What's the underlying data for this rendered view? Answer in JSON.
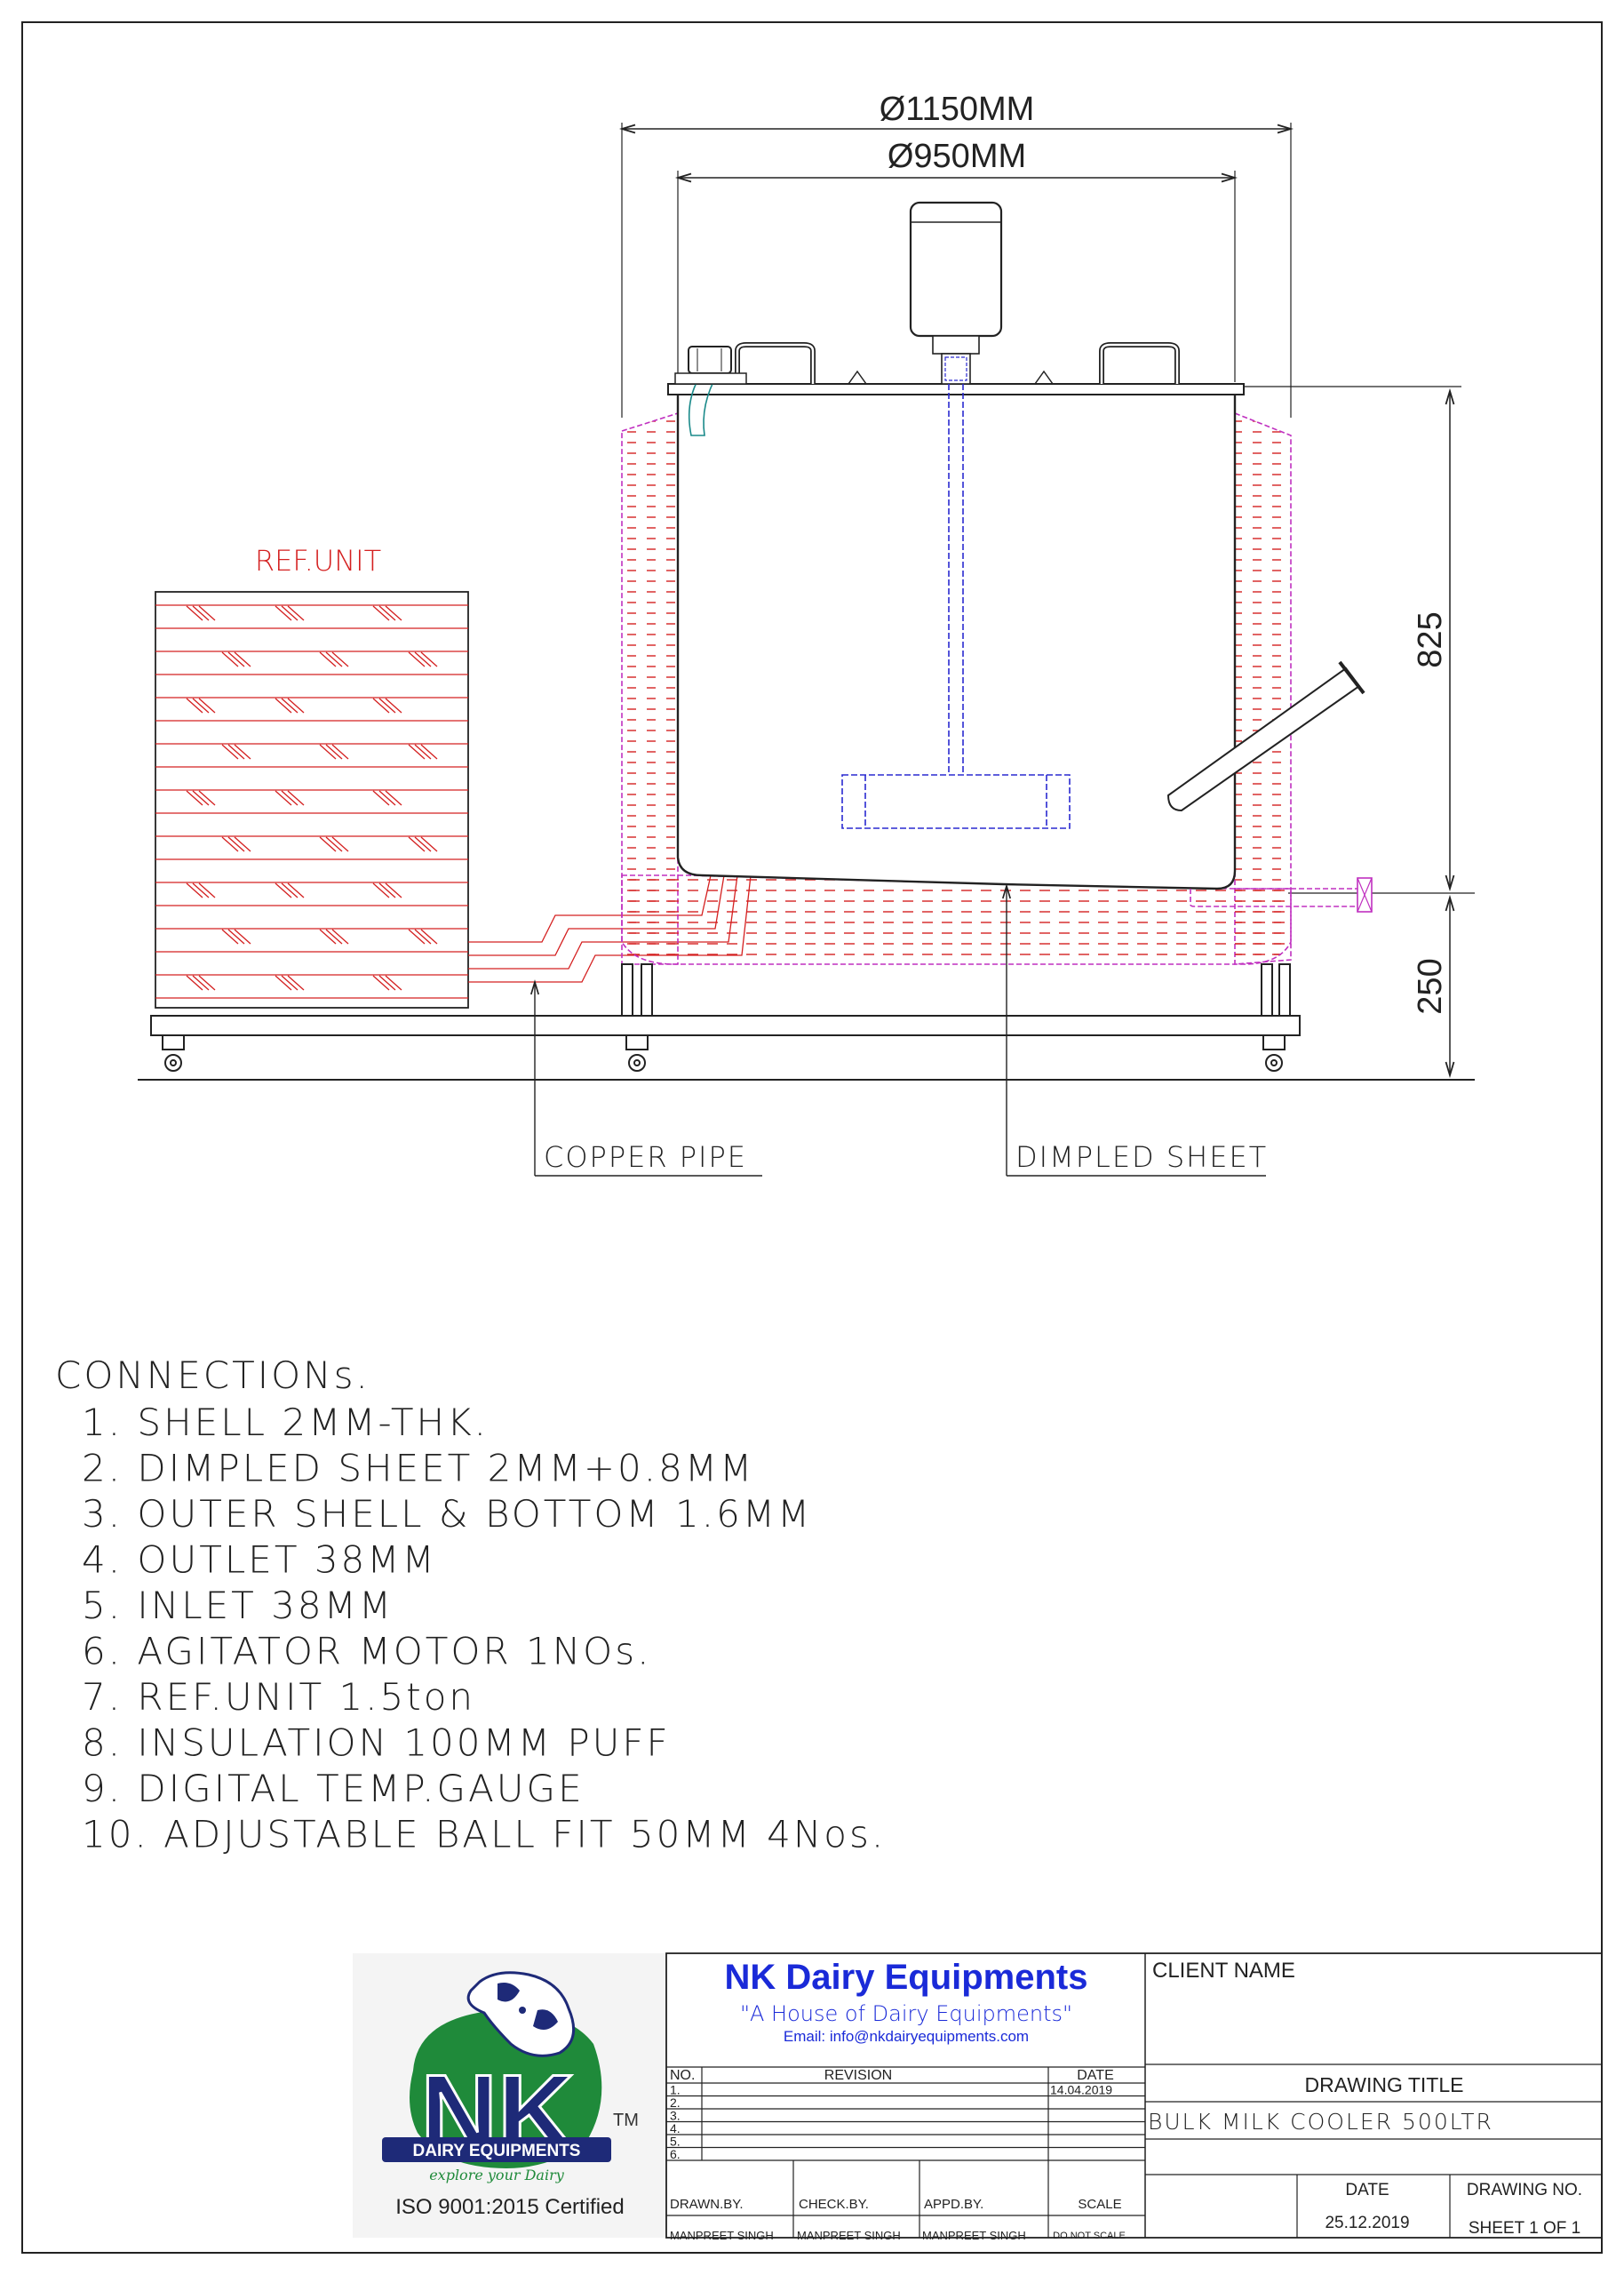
{
  "dimensions": {
    "outer_diameter": "Ø1150MM",
    "inner_diameter": "Ø950MM",
    "tank_height": "825",
    "leg_height": "250"
  },
  "labels": {
    "ref_unit": "REF.UNIT",
    "copper_pipe": "COPPER PIPE",
    "dimpled_sheet": "DIMPLED SHEET"
  },
  "connections": {
    "heading": "CONNECTIONs.",
    "items": [
      "1.   SHELL 2MM-THK.",
      "2.   DIMPLED SHEET 2MM+0.8MM",
      "3.   OUTER SHELL & BOTTOM 1.6MM",
      "4.   OUTLET 38MM",
      "5.   INLET 38MM",
      "6.   AGITATOR MOTOR 1NOs.",
      "7.   REF.UNIT 1.5ton",
      "8.   INSULATION 100MM PUFF",
      "9.   DIGITAL TEMP.GAUGE",
      "10. ADJUSTABLE BALL FIT 50MM 4Nos."
    ]
  },
  "title_block": {
    "logo": {
      "letters": "NK",
      "tm": "TM",
      "banner": "DAIRY EQUIPMENTS",
      "tagline": "explore your Dairy"
    },
    "certification": "ISO 9001:2015 Certified",
    "company": "NK Dairy Equipments",
    "slogan": "\"A House of Dairy Equipments\"",
    "email": "Email: info@nkdairyequipments.com",
    "revision_headers": {
      "no": "NO.",
      "revision": "REVISION",
      "date": "DATE"
    },
    "revisions": [
      {
        "no": "1.",
        "revision": "",
        "date": "14.04.2019"
      },
      {
        "no": "2.",
        "revision": "",
        "date": ""
      },
      {
        "no": "3.",
        "revision": "",
        "date": ""
      },
      {
        "no": "4.",
        "revision": "",
        "date": ""
      },
      {
        "no": "5.",
        "revision": "",
        "date": ""
      },
      {
        "no": "6.",
        "revision": "",
        "date": ""
      }
    ],
    "sign_headers": {
      "drawn": "DRAWN.BY.",
      "check": "CHECK.BY.",
      "appd": "APPD.BY.",
      "scale": "SCALE"
    },
    "sign_values": {
      "drawn": "MANPREET SINGH",
      "check": "MANPREET SINGH",
      "appd": "MANPREET SINGH",
      "scale": "DO NOT SCALE"
    },
    "client_name_label": "CLIENT NAME",
    "drawing_title_label": "DRAWING TITLE",
    "drawing_title": "BULK MILK COOLER 500LTR",
    "date_label": "DATE",
    "date_value": "25.12.2019",
    "drawing_no_label": "DRAWING NO.",
    "drawing_no_value": "SHEET 1 OF 1"
  },
  "colors": {
    "line": "#222222",
    "red": "#d42020",
    "magenta": "#c030c0",
    "blue": "#2a2ad0",
    "teal": "#1a8a8a",
    "brand_blue": "#1a2ad8",
    "logo_green": "#1f8a3a",
    "logo_navy": "#1e2a78"
  }
}
